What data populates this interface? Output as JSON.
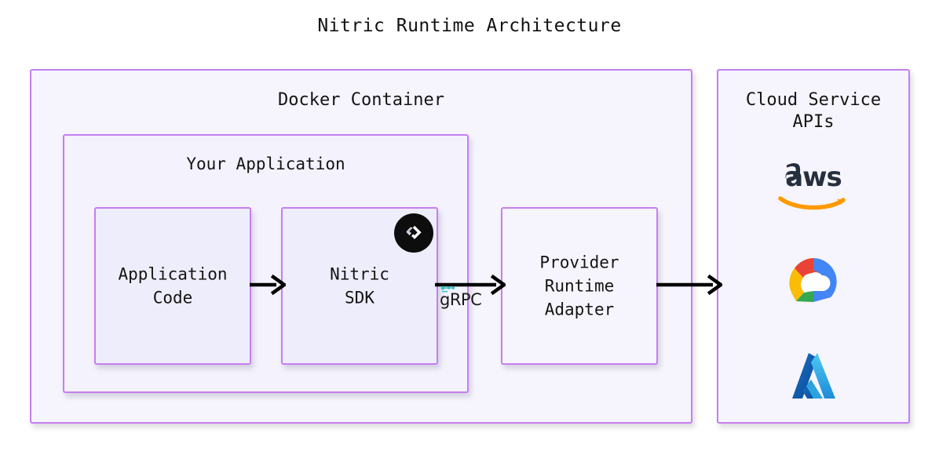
{
  "title": "Nitric Runtime Architecture",
  "colors": {
    "page_background": "#ffffff",
    "box_border": "#c77ef0",
    "box_fill": "#f6f5fe",
    "inner_box_fill": "#eeedfb",
    "text": "#141414",
    "arrow": "#000000",
    "nitric_badge": "#0d0d0d",
    "grpc_accent": "#2ec4c4",
    "aws_text": "#252f3e",
    "aws_smile": "#ff9900",
    "gcp_red": "#ea4335",
    "gcp_blue": "#4285f4",
    "gcp_yellow": "#fbbc05",
    "gcp_green": "#34a853",
    "azure_dark": "#0f5ca8",
    "azure_light": "#39b6f0"
  },
  "containers": {
    "docker": {
      "label": "Docker Container"
    },
    "your_application": {
      "label": "Your Application"
    },
    "cloud_service_apis": {
      "label": "Cloud Service\nAPIs"
    }
  },
  "nodes": [
    {
      "id": "application-code",
      "label": "Application\nCode"
    },
    {
      "id": "nitric-sdk",
      "label": "Nitric\nSDK"
    },
    {
      "id": "provider-runtime-adapter",
      "label": "Provider\nRuntime\nAdapter"
    }
  ],
  "edges": [
    {
      "id": "code-to-sdk",
      "from": "application-code",
      "to": "nitric-sdk",
      "label": ""
    },
    {
      "id": "sdk-to-adapter",
      "from": "nitric-sdk",
      "to": "provider-runtime-adapter",
      "label": "gRPC"
    },
    {
      "id": "adapter-to-cloud",
      "from": "provider-runtime-adapter",
      "to": "cloud-service-apis",
      "label": ""
    }
  ],
  "badges": [
    {
      "id": "nitric-badge",
      "icon": "nitric-logo-icon",
      "on": "nitric-sdk"
    }
  ],
  "cloud_providers": [
    {
      "id": "aws",
      "icon": "aws-logo-icon",
      "wordmark": "aws"
    },
    {
      "id": "gcp",
      "icon": "google-cloud-logo-icon",
      "wordmark": ""
    },
    {
      "id": "azure",
      "icon": "azure-logo-icon",
      "wordmark": ""
    }
  ]
}
